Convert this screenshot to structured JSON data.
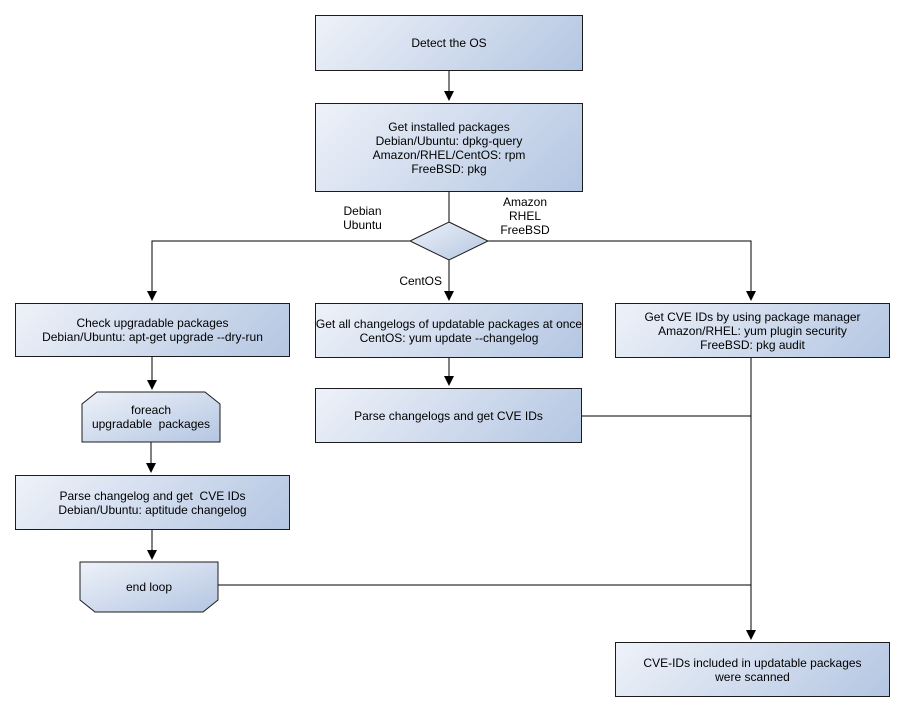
{
  "diagram": {
    "title_hint": "OS package CVE scan flowchart",
    "colors": {
      "node_fill_start": "#eef2f9",
      "node_fill_end": "#b4c6e2",
      "node_border": "#1c1c1c",
      "edge": "#000000",
      "text": "#000000",
      "background": "#ffffff"
    },
    "nodes": {
      "detect_os": {
        "lines": [
          "Detect the OS"
        ]
      },
      "get_installed": {
        "lines": [
          "Get installed packages",
          "Debian/Ubuntu: dpkg-query",
          "Amazon/RHEL/CentOS: rpm",
          "FreeBSD: pkg"
        ]
      },
      "check_upgradable": {
        "lines": [
          "Check upgradable packages",
          "Debian/Ubuntu: apt-get upgrade --dry-run"
        ]
      },
      "foreach_loop": {
        "lines": [
          "foreach",
          "upgradable  packages"
        ]
      },
      "parse_changelog": {
        "lines": [
          "Parse changelog and get  CVE IDs",
          "Debian/Ubuntu: aptitude changelog"
        ]
      },
      "end_loop": {
        "lines": [
          "end loop"
        ]
      },
      "get_changelogs": {
        "lines": [
          "Get all changelogs of updatable packages at once",
          "CentOS: yum update --changelog"
        ]
      },
      "parse_changelogs": {
        "lines": [
          "Parse changelogs and get CVE IDs"
        ]
      },
      "get_cve_pkg_mgr": {
        "lines": [
          "Get CVE IDs by using package manager",
          "Amazon/RHEL: yum plugin security",
          "FreeBSD: pkg audit"
        ]
      },
      "scanned": {
        "lines": [
          "CVE-IDs included in updatable packages",
          "were scanned"
        ]
      }
    },
    "edge_labels": {
      "debian_ubuntu": {
        "lines": [
          "Debian",
          "Ubuntu"
        ]
      },
      "amazon_rhel_freebsd": {
        "lines": [
          "Amazon",
          "RHEL",
          "FreeBSD"
        ]
      },
      "centos": {
        "lines": [
          "CentOS"
        ]
      }
    }
  }
}
